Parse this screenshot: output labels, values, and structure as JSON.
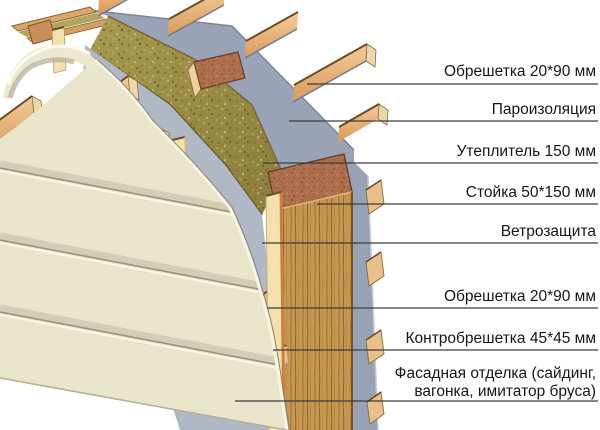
{
  "diagram": {
    "type": "construction-cutaway",
    "subject": "frame wall layers cutaway",
    "labels": [
      {
        "text": "Обрешетка 20*90 мм"
      },
      {
        "text": "Пароизоляция"
      },
      {
        "text": "Утеплитель 150 мм"
      },
      {
        "text": "Стойка 50*150 мм"
      },
      {
        "text": "Ветрозащита"
      },
      {
        "text": "Обрешетка 20*90 мм"
      },
      {
        "text": "Контробрешетка 45*45 мм"
      },
      {
        "text": "Фасадная отделка (сайдинг,",
        "text2": "вагонка, имитатор бруса)"
      }
    ],
    "colors": {
      "background": "#ffffff",
      "text": "#161616",
      "leader_line": "#3c3c3c",
      "siding": "#e9e5cb",
      "siding_shadow": "#b7b09b",
      "membrane_outer": "#b0b7c5",
      "membrane_inner": "#9aa3b6",
      "membrane_edge": "#99a2b5",
      "insulation": "#a29347",
      "batten_face_light": "#f4cb9b",
      "batten_face_dark": "#d89a5a",
      "batten_tip": "#ecd7ad",
      "stud_wood": "#c6974f",
      "end_grain": "#ae6f4e",
      "counter_batten": "#f3e0ae",
      "counter_batten_edge": "#cd7f3d"
    }
  }
}
